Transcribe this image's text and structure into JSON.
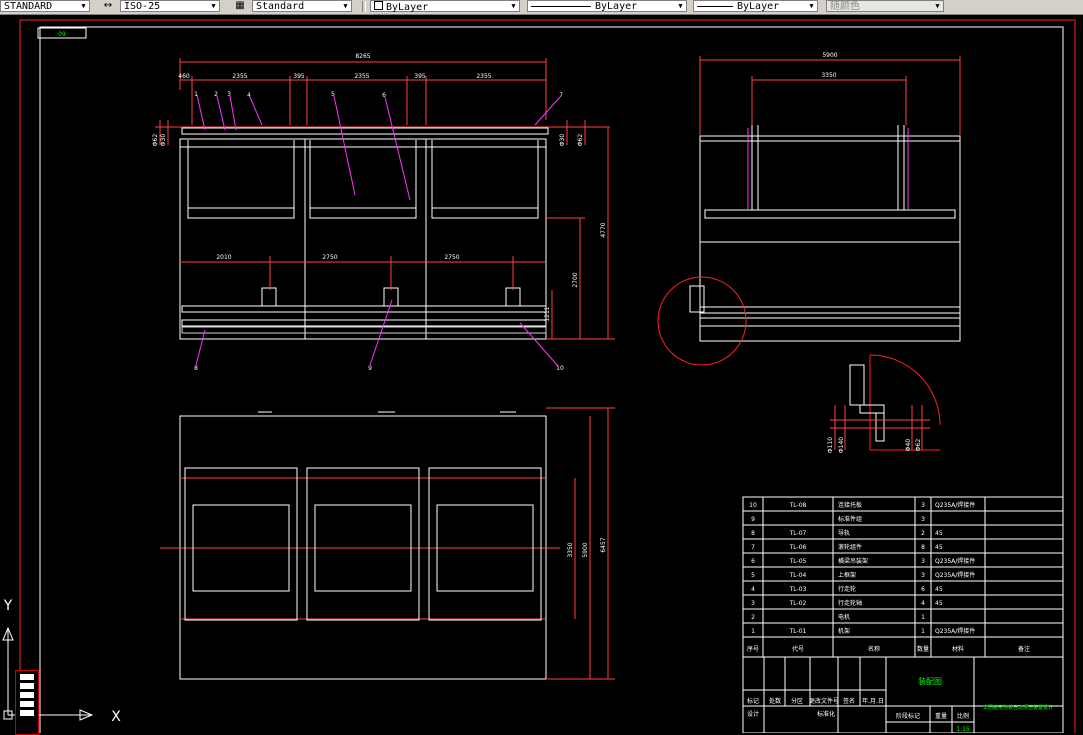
{
  "toolbar": {
    "text_style": "STANDARD",
    "dim_style": "ISO-25",
    "table_style": "Standard",
    "layer_color": "ByLayer",
    "linetype": "ByLayer",
    "lineweight": "ByLayer",
    "plot_style": "随颜色"
  },
  "drawing": {
    "top_left_tag": "09",
    "front_view": {
      "overall_width": "8265",
      "dims_top": [
        "460",
        "2355",
        "395",
        "2355",
        "395",
        "2355"
      ],
      "balloons": [
        "1",
        "2",
        "3",
        "4",
        "5",
        "6",
        "7"
      ],
      "dims_left": [
        "Φ62",
        "Φ30"
      ],
      "dims_right": [
        "Φ30",
        "Φ62"
      ],
      "height_total": "4770",
      "height_lower": "2700",
      "height_base": "1211",
      "dims_mid": [
        "2010",
        "2750",
        "2750"
      ],
      "balloons_bottom": [
        "8",
        "9",
        "10"
      ]
    },
    "side_view": {
      "width": "5900",
      "inner": "3350"
    },
    "detail": {
      "dims": [
        "Φ110",
        "Φ140",
        "Φ40",
        "Φ62"
      ]
    },
    "plan_view": {
      "inner": "3350",
      "width": "5900",
      "outer": "6457"
    }
  },
  "bom": {
    "rows": [
      {
        "no": "10",
        "code": "TL-08",
        "name": "连接托板",
        "qty": "3",
        "mat": "Q235A/焊接件"
      },
      {
        "no": "9",
        "code": "",
        "name": "标准件组",
        "qty": "3",
        "mat": ""
      },
      {
        "no": "8",
        "code": "TL-07",
        "name": "导轨",
        "qty": "2",
        "mat": "45"
      },
      {
        "no": "7",
        "code": "TL-06",
        "name": "滚轮组件",
        "qty": "8",
        "mat": "45"
      },
      {
        "no": "6",
        "code": "TL-05",
        "name": "横梁吊装架",
        "qty": "3",
        "mat": "Q235A/焊接件"
      },
      {
        "no": "5",
        "code": "TL-04",
        "name": "上框架",
        "qty": "3",
        "mat": "Q235A/焊接件"
      },
      {
        "no": "4",
        "code": "TL-03",
        "name": "行走轮",
        "qty": "6",
        "mat": "45"
      },
      {
        "no": "3",
        "code": "TL-02",
        "name": "行走轮轴",
        "qty": "4",
        "mat": "45"
      },
      {
        "no": "2",
        "code": "",
        "name": "电机",
        "qty": "1",
        "mat": ""
      },
      {
        "no": "1",
        "code": "TL-01",
        "name": "机架",
        "qty": "1",
        "mat": "Q235A/焊接件"
      }
    ],
    "header": [
      "序号",
      "代号",
      "名称",
      "数量",
      "材料",
      "备注"
    ],
    "title_block": {
      "drawing_name": "装配图",
      "company": "太阳能电池板自动清洁装置设计",
      "labels": [
        "标记",
        "处数",
        "分区",
        "更改文件号",
        "签名",
        "年.月.日"
      ],
      "labels2": [
        "设计",
        "标准化",
        "阶段标记",
        "重量",
        "比例"
      ],
      "scale": "1:15"
    }
  },
  "ucs": {
    "x": "X",
    "y": "Y"
  }
}
